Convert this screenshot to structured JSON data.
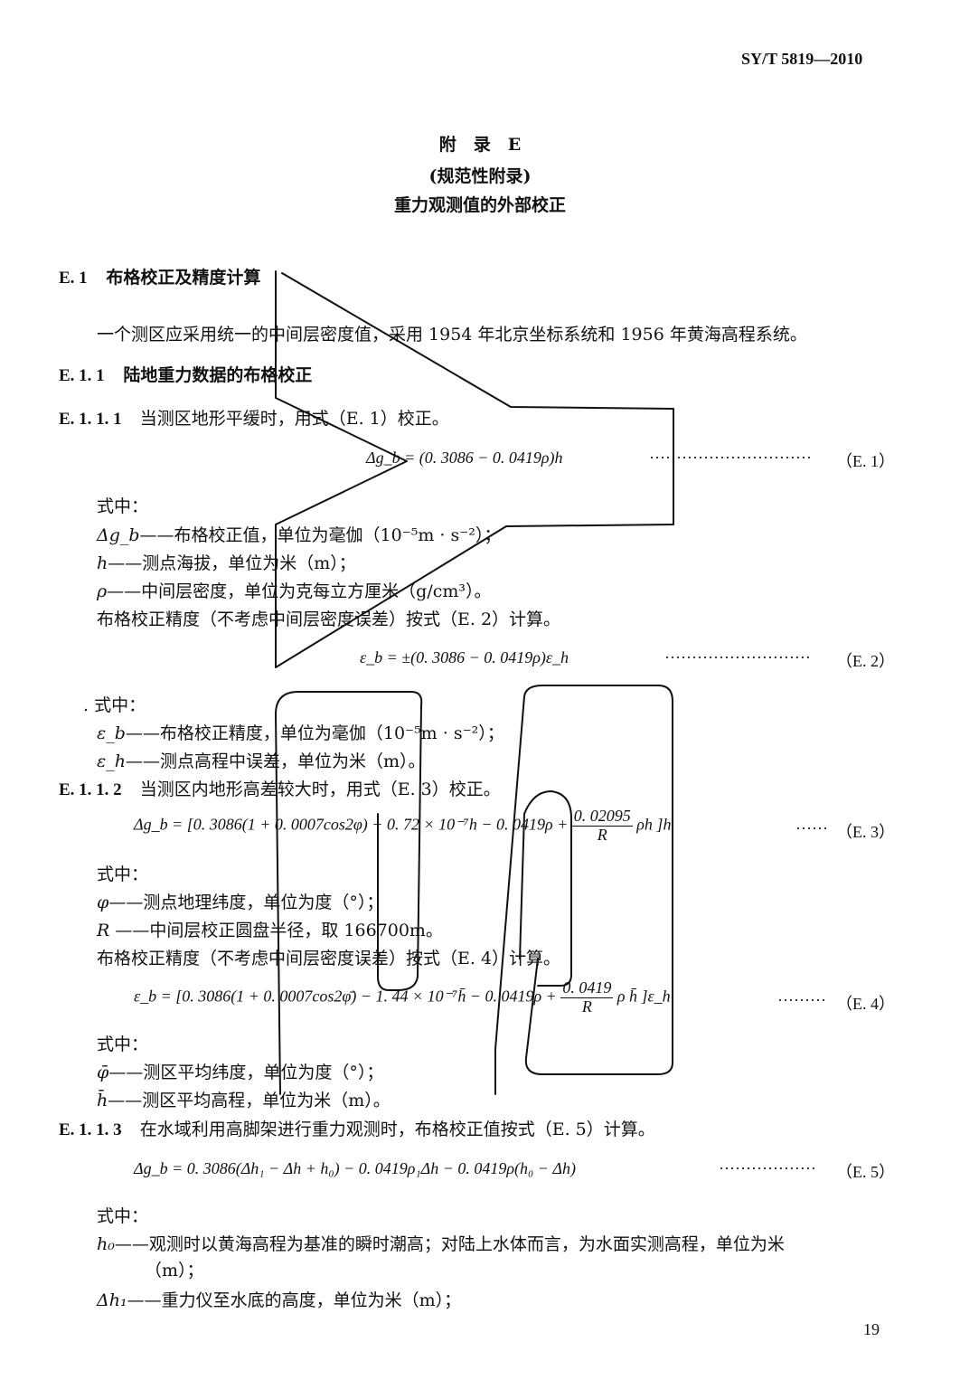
{
  "header": {
    "standard_no": "SY/T 5819—2010"
  },
  "appendix": {
    "title": "附　录　E",
    "type": "(规范性附录)",
    "name": "重力观测值的外部校正"
  },
  "sections": {
    "e1": {
      "num": "E. 1",
      "title": "布格校正及精度计算"
    },
    "intro": "一个测区应采用统一的中间层密度值，采用 1954 年北京坐标系统和 1956 年黄海高程系统。",
    "e11": {
      "num": "E. 1. 1",
      "title": "陆地重力数据的布格校正"
    },
    "e111": {
      "num": "E. 1. 1. 1",
      "text": "当测区地形平缓时，用式（E. 1）校正。"
    },
    "e112": {
      "num": "E. 1. 1. 2",
      "text": "当测区内地形高差较大时，用式（E. 3）校正。"
    },
    "e113": {
      "num": "E. 1. 1. 3",
      "text": "在水域利用高脚架进行重力观测时，布格校正值按式（E. 5）计算。"
    }
  },
  "formulas": {
    "e1": {
      "expr": "Δg_b = (0. 3086 − 0. 0419ρ)h",
      "tag": "（E. 1）",
      "dots": "······························"
    },
    "e2": {
      "expr": "ε_b = ±(0. 3086 − 0. 0419ρ)ε_h",
      "tag": "（E. 2）",
      "dots": "···························"
    },
    "e3": {
      "expr_pre": "Δg_b = [0. 3086(1 + 0. 0007cos2φ) − 0. 72 × 10⁻⁷h − 0. 0419ρ +",
      "frac_num": "0. 02095",
      "frac_den": "R",
      "expr_post": "ρh ]h",
      "tag": "（E. 3）",
      "dots": "······"
    },
    "e4": {
      "expr_pre": "ε_b = [0. 3086(1 + 0. 0007cos2φ̄) − 1. 44 × 10⁻⁷h̄ − 0. 0419ρ +",
      "frac_num": "0. 0419",
      "frac_den": "R",
      "expr_post": "ρ h̄ ]ε_h",
      "tag": "（E. 4）",
      "dots": "·········"
    },
    "e5": {
      "expr": "Δg_b = 0. 3086(Δh₁ − Δh + h₀) − 0. 0419ρ₁Δh − 0. 0419ρ(h₀ − Δh)",
      "tag": "（E. 5）",
      "dots": "··················"
    }
  },
  "where_label": "式中：",
  "defs": {
    "e1": [
      {
        "sym": "Δg_b",
        "text": "——布格校正值，单位为毫伽（10⁻⁵m · s⁻²）；"
      },
      {
        "sym": "h",
        "text": "——测点海拔，单位为米（m）；"
      },
      {
        "sym": "ρ",
        "text": "——中间层密度，单位为克每立方厘米（g/cm³）。"
      }
    ],
    "e1_precision": "布格校正精度（不考虑中间层密度误差）按式（E. 2）计算。",
    "e2": [
      {
        "sym": "ε_b",
        "text": "——布格校正精度，单位为毫伽（10⁻⁵m · s⁻²）；"
      },
      {
        "sym": "ε_h",
        "text": "——测点高程中误差，单位为米（m）。"
      }
    ],
    "e3": [
      {
        "sym": "φ",
        "text": "——测点地理纬度，单位为度（°）；"
      },
      {
        "sym": "R",
        "text": " ——中间层校正圆盘半径，取 166700m。"
      }
    ],
    "e3_precision": "布格校正精度（不考虑中间层密度误差）按式（E. 4）计算。",
    "e4": [
      {
        "sym": "φ̄",
        "text": "——测区平均纬度，单位为度（°）；"
      },
      {
        "sym": "h̄",
        "text": "——测区平均高程，单位为米（m）。"
      }
    ],
    "e5": [
      {
        "sym": "h₀",
        "text": "——观测时以黄海高程为基准的瞬时潮高；对陆上水体而言，为水面实测高程，单位为米"
      },
      {
        "sym": "",
        "text": "（m）；"
      },
      {
        "sym": "Δh₁",
        "text": "——重力仪至水底的高度，单位为米（m）；"
      }
    ]
  },
  "page_number": "19"
}
